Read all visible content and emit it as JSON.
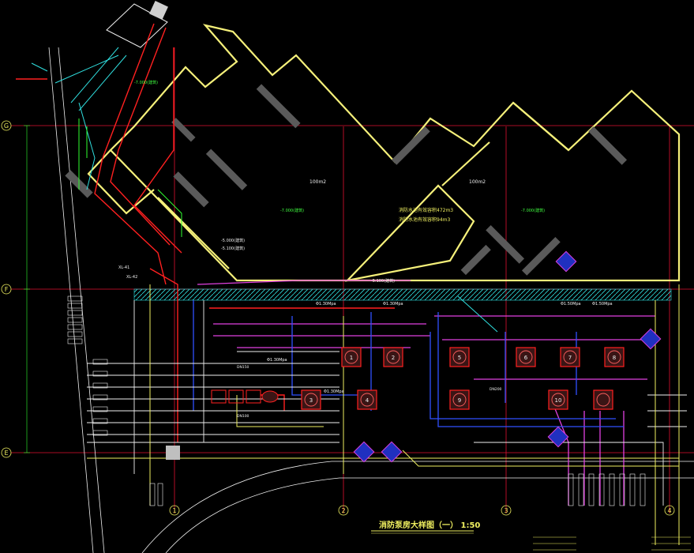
{
  "drawing": {
    "title": "消防泵房大样图（一） 1:50",
    "grid_rows": [
      "G",
      "F",
      "E"
    ],
    "grid_cols": [
      "1",
      "2",
      "3",
      "4"
    ],
    "room_areas": [
      "100m2",
      "100m2"
    ],
    "elevations": [
      "-7.000(建筑)",
      "-7.000(建筑)",
      "-7.000(建筑)",
      "-5.000(建筑)",
      "-5.100(建筑)",
      "-5.100(建筑)"
    ],
    "tank_notes": [
      "消防水池有效容积472m3",
      "消防水池有效容积94m3"
    ],
    "pressure_notes": [
      "Φ1.30Mpa",
      "Φ1.30Mpa",
      "Φ1.30Mpa",
      "Φ1.30Mpa",
      "Φ1.50Mpa",
      "Φ1.50Mpa"
    ],
    "pump_ids": [
      "1",
      "2",
      "3",
      "4",
      "5",
      "6",
      "7",
      "8",
      "9",
      "10"
    ],
    "pipe_tags": [
      "XL-41",
      "XL-42",
      "DN150",
      "DN100",
      "DN200"
    ],
    "colors": {
      "background": "#000000",
      "wall": "#f5f07a",
      "column": "#5a5a5a",
      "grid_line": "#e01030",
      "pipe_red": "#ff2020",
      "pipe_magenta": "#e040e0",
      "pipe_blue": "#3050ff",
      "pipe_cyan": "#30e0e0",
      "pipe_white": "#f0f0f0",
      "pipe_green": "#30ff30",
      "text_yellow": "#f0f060",
      "text_green": "#40ff40"
    }
  }
}
